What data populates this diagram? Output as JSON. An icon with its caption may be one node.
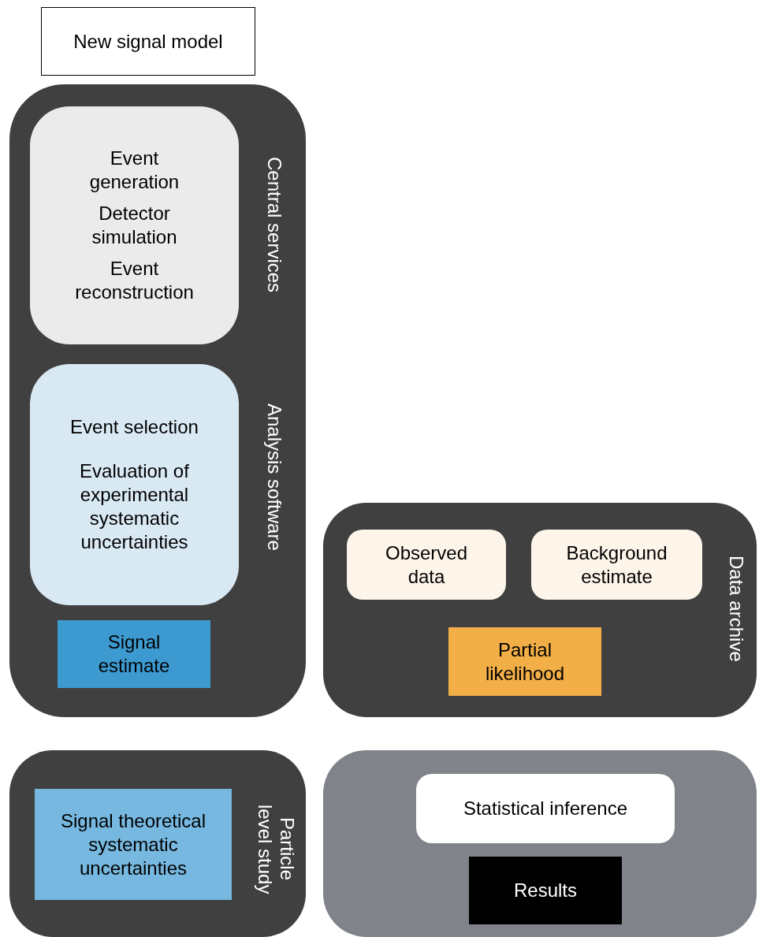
{
  "diagram": {
    "nodes": [
      {
        "text": [
          "New signal model"
        ]
      },
      {
        "text": [
          "Central services",
          "Analysis software"
        ]
      },
      {
        "text": [
          "Event generation",
          "Detector simulation",
          "Event reconstruction"
        ],
        "in": 1
      },
      {
        "text": [
          "Event selection",
          "Evaluation of experimental systematic uncertainties"
        ],
        "in": 1
      },
      {
        "text": [
          "Signal estimate"
        ],
        "in": 1
      },
      {
        "text": [
          "Data archive"
        ]
      },
      {
        "text": [
          "Observed data"
        ],
        "in": 5
      },
      {
        "text": [
          "Background estimate"
        ],
        "in": 5
      },
      {
        "text": [
          "Partial likelihood"
        ],
        "in": 5
      },
      {
        "text": [
          "Particle level study"
        ]
      },
      {
        "text": [
          "Signal theoretical systematic uncertainties"
        ],
        "in": 9
      },
      {
        "text": [],
        "shape": "box"
      },
      {
        "text": [
          "Statistical inference"
        ],
        "in": 11
      },
      {
        "text": [
          "Results"
        ],
        "in": 11
      }
    ]
  }
}
